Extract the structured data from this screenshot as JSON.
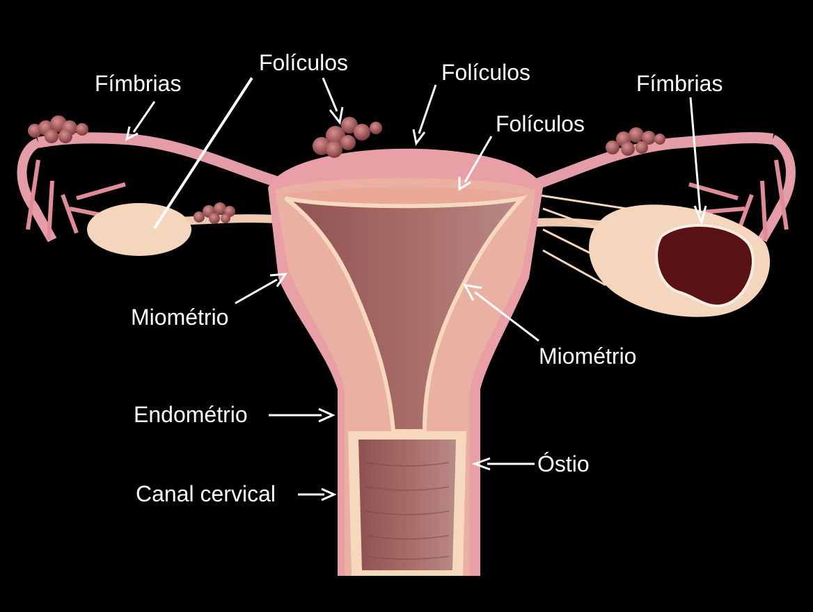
{
  "title": "Uterine anatomy diagram",
  "colors": {
    "background": "#000000",
    "tissue_outer": "#e8a0a6",
    "tissue_muscle": "#eab0a2",
    "cavity": "#9a5e5c",
    "cream": "#f6d8bc",
    "follicle": "#a8585a",
    "cyst": "#5a1214",
    "label": "#ffffff"
  },
  "labels": {
    "fimbrias_left": "Fímbrias",
    "foliculos_top_left": "Folículos",
    "foliculos_top_center": "Folículos",
    "foliculos_center": "Folículos",
    "fimbrias_right": "Fímbrias",
    "miometrio_left": "Miométrio",
    "miometrio_right": "Miométrio",
    "endometrio": "Endométrio",
    "canal_cervical": "Canal cervical",
    "ostio": "Óstio"
  }
}
